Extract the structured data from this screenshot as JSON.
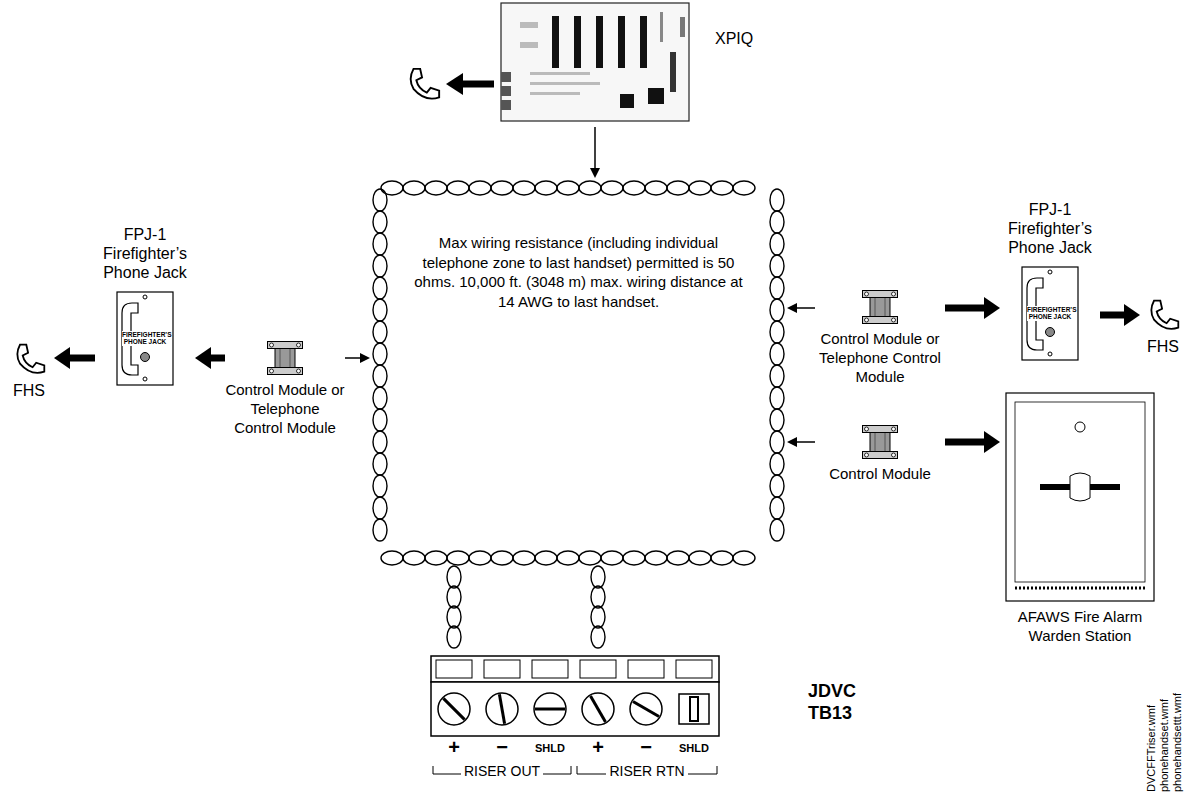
{
  "diagram": {
    "nodes": [
      {
        "text": [
          "XPIQ"
        ]
      },
      {
        "text": [
          "FPJ-1 Firefighter’s Phone Jack",
          "FIREFIGHTER’S PHONE JACK"
        ]
      },
      {
        "text": [
          "Max wiring resistance (including individual telephone zone to last handset) permitted is 50 ohms. 10,000 ft. (3048 m) max. wiring distance at 14 AWG to last handset."
        ]
      },
      {
        "text": [
          "FPJ-1 Firefighter’s Phone Jack",
          "FIREFIGHTER’S PHONE JACK"
        ]
      },
      {
        "text": [
          "FHS"
        ]
      },
      {
        "text": [
          "Control Module or Telephone Control Module"
        ]
      },
      {
        "text": [
          "Control Module or Telephone Control Module"
        ]
      },
      {
        "text": [
          "FHS"
        ]
      },
      {
        "text": [
          "Control Module"
        ]
      },
      {
        "text": [
          "AFAWS Fire Alarm Warden Station"
        ]
      },
      {
        "text": [
          "JDVC TB13"
        ]
      }
    ],
    "edges": [
      {
        "from": 0,
        "to": 2,
        "arrow": "to"
      },
      {
        "from": 5,
        "to": 2,
        "arrow": "to"
      },
      {
        "from": 5,
        "to": 1,
        "arrow": "to"
      },
      {
        "from": 1,
        "to": 4,
        "arrow": "to"
      },
      {
        "from": 6,
        "to": 2,
        "arrow": "to"
      },
      {
        "from": 6,
        "to": 3,
        "arrow": "to"
      },
      {
        "from": 3,
        "to": 7,
        "arrow": "to"
      },
      {
        "from": 8,
        "to": 2,
        "arrow": "to"
      },
      {
        "from": 8,
        "to": 9,
        "arrow": "to"
      },
      {
        "from": 2,
        "to": 10,
        "arrow": "none"
      }
    ],
    "labels": [
      "+",
      "−",
      "SHLD",
      "+",
      "−",
      "SHLD",
      "RISER OUT",
      "RISER RTN",
      "DVCFFTriser.wmf",
      "phonehandset.wmf",
      "phonehandsettt.wmf"
    ]
  }
}
